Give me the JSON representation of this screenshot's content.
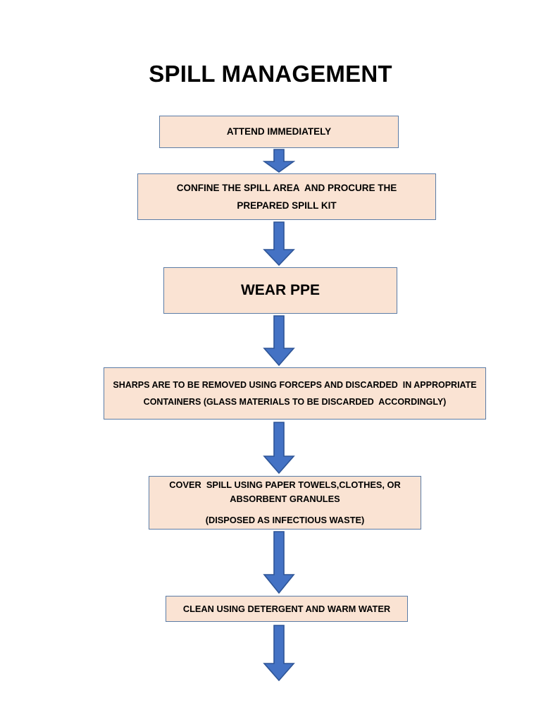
{
  "page": {
    "title": "SPILL MANAGEMENT",
    "background_color": "#FFFFFF",
    "text_color": "#000000"
  },
  "style": {
    "node_fill": "#FAE3D3",
    "node_border": "#5B7CA6",
    "arrow_fill": "#4472C4",
    "arrow_stroke": "#2E5597"
  },
  "flowchart": {
    "type": "process-flow",
    "orientation": "vertical",
    "nodes": [
      {
        "id": "attend-immediately",
        "step": 1,
        "lines": [
          "ATTEND IMMEDIATELY"
        ],
        "text": "ATTEND IMMEDIATELY"
      },
      {
        "id": "confine-and-procure",
        "step": 2,
        "lines": [
          "CONFINE THE SPILL AREA  AND PROCURE THE",
          "PREPARED SPILL KIT"
        ],
        "text": "CONFINE THE SPILL AREA  AND PROCURE THE PREPARED SPILL KIT"
      },
      {
        "id": "wear-ppe",
        "step": 3,
        "lines": [
          "WEAR PPE"
        ],
        "text": "WEAR PPE"
      },
      {
        "id": "remove-sharps",
        "step": 4,
        "lines": [
          "SHARPS ARE TO BE REMOVED USING FORCEPS AND DISCARDED  IN APPROPRIATE",
          "CONTAINERS (GLASS MATERIALS TO BE DISCARDED  ACCORDINGLY)"
        ],
        "text": "SHARPS ARE TO BE REMOVED USING FORCEPS AND DISCARDED  IN APPROPRIATE CONTAINERS (GLASS MATERIALS TO BE DISCARDED  ACCORDINGLY)"
      },
      {
        "id": "cover-spill",
        "step": 5,
        "lines": [
          "COVER  SPILL USING PAPER TOWELS,CLOTHES, OR",
          "ABSORBENT GRANULES",
          "",
          "(DISPOSED AS INFECTIOUS WASTE)"
        ],
        "text": "COVER  SPILL USING PAPER TOWELS,CLOTHES, OR ABSORBENT GRANULES (DISPOSED AS INFECTIOUS WASTE)"
      },
      {
        "id": "clean-detergent",
        "step": 6,
        "lines": [
          "CLEAN USING DETERGENT AND WARM WATER"
        ],
        "text": "CLEAN USING DETERGENT AND WARM WATER"
      }
    ],
    "connectors": [
      {
        "id": "arrow-1",
        "from": "attend-immediately",
        "to": "confine-and-procure",
        "shape": "down-block-arrow"
      },
      {
        "id": "arrow-2",
        "from": "confine-and-procure",
        "to": "wear-ppe",
        "shape": "down-block-arrow"
      },
      {
        "id": "arrow-3",
        "from": "wear-ppe",
        "to": "remove-sharps",
        "shape": "down-block-arrow"
      },
      {
        "id": "arrow-4",
        "from": "remove-sharps",
        "to": "cover-spill",
        "shape": "down-block-arrow"
      },
      {
        "id": "arrow-5",
        "from": "cover-spill",
        "to": "clean-detergent",
        "shape": "down-block-arrow"
      },
      {
        "id": "arrow-6",
        "from": "clean-detergent",
        "to": "",
        "shape": "down-block-arrow"
      }
    ]
  }
}
